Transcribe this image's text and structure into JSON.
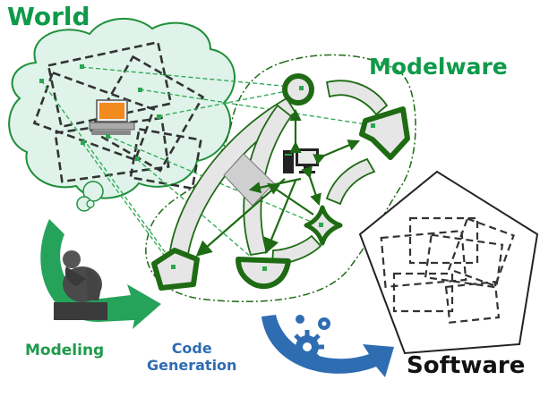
{
  "labels": {
    "world": "World",
    "modelware": "Modelware",
    "software": "Software",
    "modeling": "Modeling",
    "code_generation_line1": "Code",
    "code_generation_line2": "Generation"
  },
  "colors": {
    "green_dark": "#1e6b14",
    "green_title": "#0f9a4a",
    "cloud_fill": "#dff3ea",
    "blue": "#2f6db3",
    "shape_fill": "#e6e6e6"
  },
  "icons": [
    "computer-icon",
    "thinker-statue-icon",
    "gears-icon",
    "document-icon"
  ]
}
